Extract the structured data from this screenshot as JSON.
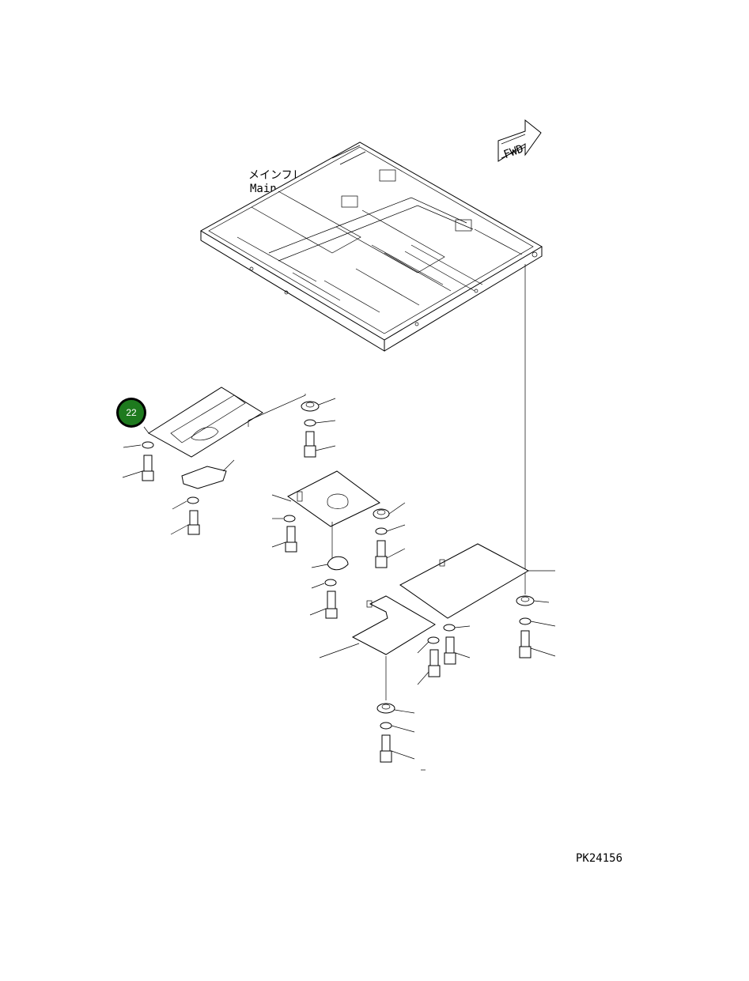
{
  "labels": {
    "main_frame_jp": "メインフレーム",
    "main_frame_en": "Main Frame",
    "fwd": "FWD",
    "drawing_code": "PK24156"
  },
  "callouts": [
    {
      "number": "22",
      "color": "#1e7a1e"
    }
  ],
  "icons": {
    "fwd_arrow": "fwd-arrow-icon"
  }
}
